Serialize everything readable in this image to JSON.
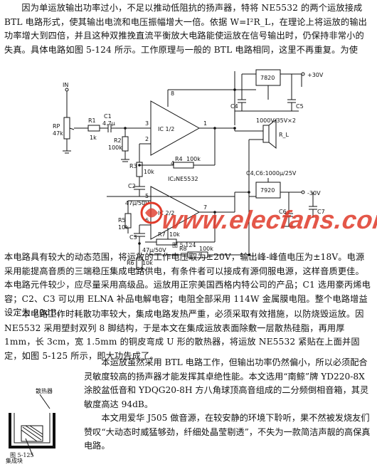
{
  "para_intro": "因为单运放输出功率过小，不足以推动低阻抗的扬声器，特将 NE5532 的两个运放接成 BTL 电路形式，使其输出电流和电压振幅增大一倍。依据 W=I²R_L，在理论上将运放的输出功率增大到四倍，并且这种双推挽直流平衡放大电路能使运放在信号输出时，仍保持非常小的失真。具体电路如图 5-124 所示。工作原理与一般的 BTL 电路相同，这里不再重复。为使",
  "circuit": {
    "in": "IN",
    "rp": "RP",
    "rp_val": "47k",
    "r1": "R1",
    "r1_val": "1k",
    "c1": "C1",
    "c1_val": "4.7μ",
    "r2": "R2",
    "r2_val": "100k",
    "r3": "R3",
    "r3_val": "10k",
    "c2": "C2",
    "c2_val": "47μ/50V",
    "ic1": "IC 1/2",
    "r4": "R4",
    "r4_val": "100k",
    "ic2_top": "IC₂NE5532",
    "ic2": "IC 2/2",
    "r5": "R5",
    "r5_val": "10k",
    "c3": "C3",
    "c3_val": "47μ/50V",
    "r7": "R7",
    "r7_val": "10k",
    "r8": "R8",
    "r8_val": "100k",
    "r6": "R6",
    "r6_val": "10k",
    "reg_top": "7820",
    "reg_bot": "7920",
    "c4": "C4",
    "c5": "C5",
    "c6": "C6",
    "c7": "C7",
    "cap_note": "1000V/35V×2",
    "cap_note2": "C4,C6:1000μ/25V",
    "plus30": "+30V",
    "minus30": "-30V",
    "rl": "R_L",
    "pin8": "8",
    "pin4": "4",
    "pin1": "1",
    "pin2": "2",
    "pin3": "3",
    "pin5": "5",
    "pin6": "6",
    "pin7": "7",
    "caption": "图 5-124"
  },
  "watermark": "www.elecfans.com",
  "para_2": "本电路具有较大的动态范围，将运放的工作电压取为±20V，输出峰-峰值电压为±18V。电源采用能提高音质的三端稳压集成电路供电，有条件者可以接成有源伺服电源，这样音质更佳。本电路元件较少，应尽量采用高级品。运放用正宗美国西格内特公司的产品；C1 选用豪丙烯电容；C2、C3 可以用 ELNA 补品电解电容；电阻全部采用 114W 金属膜电阻。整个电路增益设定为 20dB。",
  "para_3": "本电路工作时耗散功率较大，集成电路发热严重，必须采取有效措施，以防烧毁运放。因 NE5532 采用塑封双列 8 脚结构，于是本文在集成运放表面除敷一层散热硅脂，再用厚 1mm，长 3cm，宽 1.5mm 的铜皮弯成 U 形的散热器，将运放 NE5532 紧贴在上面并固定，如图 5-125 所示，即大功告成了。",
  "fig125": {
    "heatsink": "散热器",
    "ic": "集成块",
    "caption": "图 5-125"
  },
  "para_4": "本运放虽然采用 BTL 电路工作，但输出功率仍然偏小，所以必须配合灵敏度较高的扬声器才能发挥其卓绝性能。本文选用“南鲸”牌 YD220-8X 涂胶盆低音和 YDQG20-8H 方八角球顶高音组成的二分频倒相音箱，其灵敏度高达 94dB。",
  "para_5": "本文用爱华 J505 做音源，在较安静的环境下聆听，果不然被发烧友们赞叹“大动态时威猛够劲，纤细处晶莹剔透”，不失为一款简洁声靓的高保真电路。"
}
